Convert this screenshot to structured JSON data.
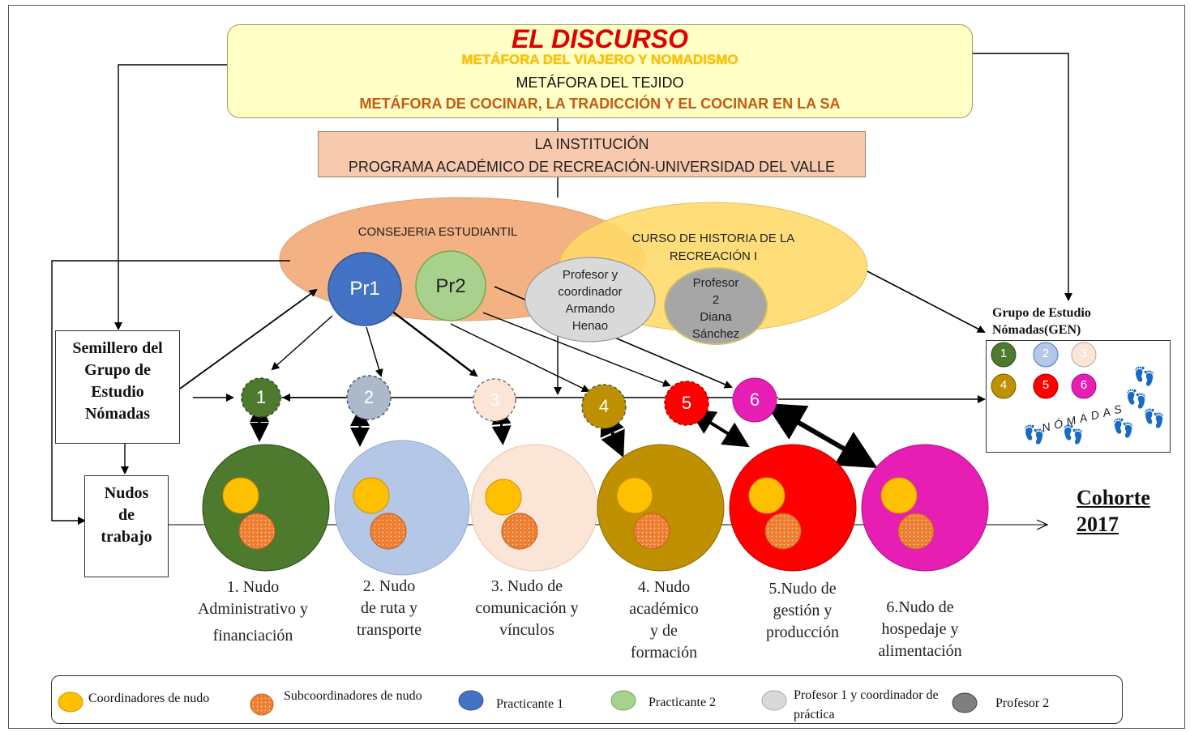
{
  "header": {
    "title": "EL DISCURSO",
    "metaphor_1": "METÁFORA DEL VIAJERO Y NOMADISMO",
    "metaphor_2": "METÁFORA DEL TEJIDO",
    "metaphor_3": "METÁFORA  DE COCINAR, LA TRADICCIÓN Y EL COCINAR EN LA SA"
  },
  "institution": {
    "line1": "LA INSTITUCIÓN",
    "line2": "PROGRAMA ACADÉMICO DE RECREACIÓN-UNIVERSIDAD DEL VALLE"
  },
  "consejeria": {
    "label": "CONSEJERIA ESTUDIANTIL"
  },
  "curso": {
    "line1": "CURSO DE HISTORIA DE LA",
    "line2": "RECREACIÓN I"
  },
  "practicantes": {
    "pr1": "Pr1",
    "pr2": "Pr2"
  },
  "profesor1": {
    "lines": [
      "Profesor y",
      "coordinador",
      "Armando",
      "Henao"
    ]
  },
  "profesor2": {
    "lines": [
      "Profesor",
      "2",
      "Diana",
      "Sánchez"
    ]
  },
  "semillero": {
    "lines": [
      "Semillero del",
      "Grupo de",
      "Estudio",
      "Nómadas"
    ]
  },
  "nudos_trabajo": {
    "lines": [
      "Nudos",
      "de",
      "trabajo"
    ]
  },
  "small_nodes": [
    "1",
    "2",
    "3",
    "4",
    "5",
    "6"
  ],
  "nodes": [
    {
      "lines": [
        "1. Nudo",
        "Administrativo  y",
        "financiación"
      ],
      "color": "#4e7a2e"
    },
    {
      "lines": [
        "2. Nudo",
        "de ruta y",
        "transporte"
      ],
      "color": "#b4c7e7"
    },
    {
      "lines": [
        "3. Nudo de",
        "comunicación y",
        "vínculos"
      ],
      "color": "#fbe5d6"
    },
    {
      "lines": [
        "4. Nudo",
        "académico",
        "y de",
        "formación"
      ],
      "color": "#bf9000"
    },
    {
      "lines": [
        "5.Nudo de",
        "gestión y",
        "producción"
      ],
      "color": "#ff0000"
    },
    {
      "lines": [
        "6.Nudo de",
        "hospedaje y",
        "alimentación"
      ],
      "color": "#e61eb4"
    }
  ],
  "gen": {
    "title_line1": "Grupo de Estudio",
    "title_line2": "Nómadas(GEN)",
    "badges": [
      "1",
      "2",
      "3",
      "4",
      "5",
      "6"
    ],
    "word": "NÓMADAS"
  },
  "cohorte": {
    "line1": "Cohorte",
    "line2": "2017"
  },
  "legend": [
    {
      "label": "Coordinadores  de nudo",
      "icon": "yellow-circle-icon",
      "color": "#ffc000"
    },
    {
      "label": "Subcoordinadores  de nudo",
      "icon": "orange-dotted-circle-icon",
      "color": "#ed7d31"
    },
    {
      "label": "Practicante  1",
      "icon": "blue-circle-icon",
      "color": "#4472c4"
    },
    {
      "label": "Practicante  2",
      "icon": "green-circle-icon",
      "color": "#a9d18e"
    },
    {
      "label": "Profesor   1  y coordinador  de práctica",
      "icon": "light-gray-circle-icon",
      "color": "#d9d9d9"
    },
    {
      "label": "Profesor  2",
      "icon": "dark-gray-circle-icon",
      "color": "#7f7f7f"
    }
  ]
}
